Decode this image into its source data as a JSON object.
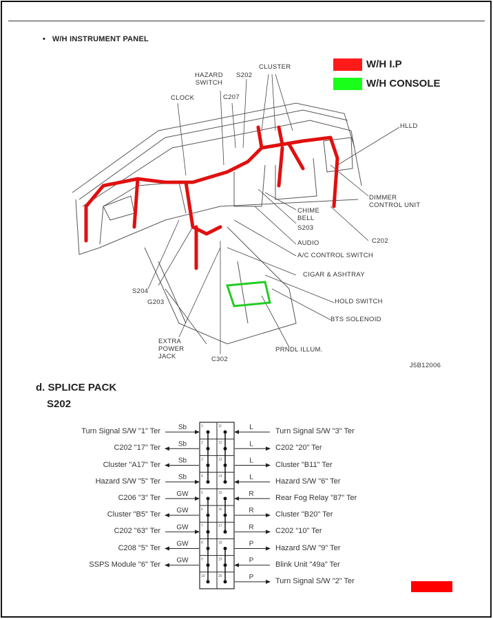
{
  "section_heading": "W/H INSTRUMENT PANEL",
  "bullet": "•",
  "legend": [
    {
      "label": "W/H I.P",
      "color": "#ff1a1a"
    },
    {
      "label": "W/H CONSOLE",
      "color": "#1aff1a"
    }
  ],
  "harness_colors": {
    "ip": "#e01010",
    "console": "#22cc22"
  },
  "callouts": {
    "hazard_switch": "HAZARD\nSWITCH",
    "s202": "S202",
    "cluster": "CLUSTER",
    "clock": "CLOCK",
    "c207": "C207",
    "hlld": "HLLD",
    "dimmer": "DIMMER\nCONTROL UNIT",
    "chime": "CHIME\nBELL",
    "s203": "S203",
    "audio": "AUDIO",
    "c202": "C202",
    "ac": "A/C CONTROL SWITCH",
    "cigar": "CIGAR & ASHTRAY",
    "hold": "HOLD SWITCH",
    "bts": "BTS SOLENOID",
    "s204": "S204",
    "g203": "G203",
    "extra": "EXTRA\nPOWER\nJACK",
    "c302": "C302",
    "prndl": "PRNDL ILLUM."
  },
  "figure_code": "J5B12006",
  "splice": {
    "section": "d. SPLICE PACK",
    "name": "S202",
    "rows": [
      {
        "pl": "1",
        "pr": "11",
        "left": "Turn Signal S/W  \"1\" Ter",
        "lw": "Sb",
        "ldir": "in",
        "right": "Turn Signal S/W  \"3\" Ter",
        "rw": "L",
        "rdir": "in"
      },
      {
        "pl": "2",
        "pr": "12",
        "left": "C202  \"17\" Ter",
        "lw": "Sb",
        "ldir": "out",
        "right": "C202  \"20\" Ter",
        "rw": "L",
        "rdir": "out"
      },
      {
        "pl": "3",
        "pr": "13",
        "left": "Cluster  \"A17\" Ter",
        "lw": "Sb",
        "ldir": "out",
        "right": "Cluster  \"B11\" Ter",
        "rw": "L",
        "rdir": "out"
      },
      {
        "pl": "4",
        "pr": "14",
        "left": "Hazard S/W  \"5\" Ter",
        "lw": "Sb",
        "ldir": "in",
        "right": "Hazard S/W  \"6\" Ter",
        "rw": "L",
        "rdir": "in"
      },
      {
        "pl": "5",
        "pr": "15",
        "left": "C206  \"3\" Ter",
        "lw": "GW",
        "ldir": "in",
        "right": "Rear Fog Relay  \"87\" Ter",
        "rw": "R",
        "rdir": "in"
      },
      {
        "pl": "6",
        "pr": "16",
        "left": "Cluster  \"B5\" Ter",
        "lw": "GW",
        "ldir": "out",
        "right": "Cluster  \"B20\" Ter",
        "rw": "R",
        "rdir": "out"
      },
      {
        "pl": "7",
        "pr": "17",
        "left": "C202  \"63\" Ter",
        "lw": "GW",
        "ldir": "in",
        "right": "C202  \"10\" Ter",
        "rw": "R",
        "rdir": "out"
      },
      {
        "pl": "8",
        "pr": "18",
        "left": "C208  \"5\" Ter",
        "lw": "GW",
        "ldir": "out",
        "right": "Hazard S/W  \"9\" Ter",
        "rw": "P",
        "rdir": "out"
      },
      {
        "pl": "9",
        "pr": "19",
        "left": "SSPS Module  \"6\" Ter",
        "lw": "GW",
        "ldir": "out",
        "right": "Blink Unit  \"49a\" Ter",
        "rw": "P",
        "rdir": "in"
      },
      {
        "pl": "10",
        "pr": "20",
        "left": "",
        "lw": "",
        "ldir": "",
        "right": "Turn Signal S/W  \"2\" Ter",
        "rw": "P",
        "rdir": "out"
      }
    ],
    "left_groups": [
      [
        1,
        4
      ],
      [
        5,
        10
      ]
    ],
    "right_groups": [
      [
        1,
        4
      ],
      [
        5,
        7
      ],
      [
        8,
        10
      ]
    ]
  },
  "corner_tab_color": "#ff0000"
}
